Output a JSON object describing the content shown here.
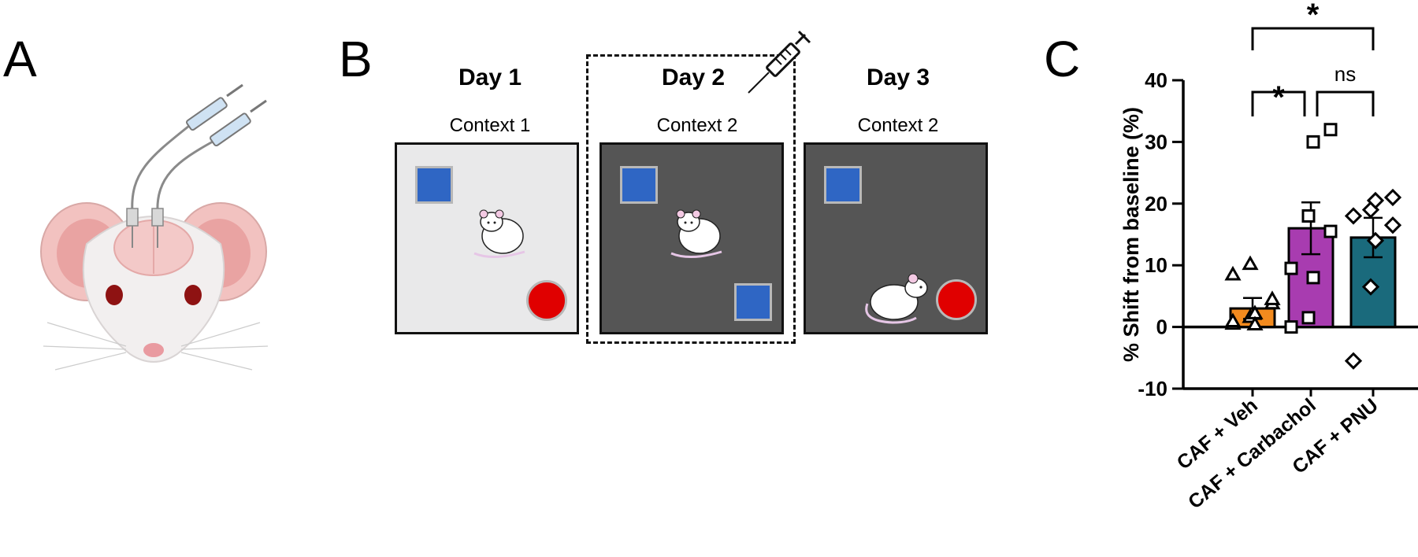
{
  "panels": {
    "a": {
      "letter": "A"
    },
    "b": {
      "letter": "B",
      "days": [
        {
          "title": "Day 1",
          "context": "Context 1",
          "arena": "light"
        },
        {
          "title": "Day 2",
          "context": "Context 2",
          "arena": "dark"
        },
        {
          "title": "Day 3",
          "context": "Context 2",
          "arena": "dark"
        }
      ]
    },
    "c": {
      "letter": "C"
    }
  },
  "colors": {
    "object_square": "#2f66c4",
    "object_circle": "#e00000",
    "arena_light": "#e9e9ea",
    "arena_dark": "#555555",
    "veh": "#f28a1e",
    "carbachol": "#a83cb0",
    "pnu": "#1a6a7c"
  },
  "icons": [
    "mouse-head-icon",
    "syringe-icon",
    "mouse-icon"
  ],
  "chart_data": {
    "type": "bar",
    "categories": [
      "CAF + Veh",
      "CAF + Carbachol",
      "CAF + PNU"
    ],
    "values": [
      3,
      16,
      14.5
    ],
    "errors": [
      1.7,
      4.2,
      3.2
    ],
    "colors": [
      "#f28a1e",
      "#a83cb0",
      "#1a6a7c"
    ],
    "markers": [
      "triangle",
      "square",
      "diamond"
    ],
    "points": [
      [
        0.5,
        1.6,
        2.2,
        3.8,
        8.5,
        10.2,
        0.4,
        4.5,
        0.9
      ],
      [
        0,
        1.5,
        8,
        15.5,
        9.5,
        18,
        30,
        32
      ],
      [
        -5.5,
        6.5,
        14,
        16.5,
        18,
        19,
        20.5,
        21
      ]
    ],
    "ylabel": "% Shift from baseline (%)",
    "xlabel": "",
    "ylim": [
      -10,
      40
    ],
    "yticks": [
      -10,
      0,
      10,
      20,
      30,
      40
    ],
    "significance": [
      {
        "from": 0,
        "to": 1,
        "label": "*"
      },
      {
        "from": 1,
        "to": 2,
        "label": "ns"
      },
      {
        "from": 0,
        "to": 2,
        "label": "*"
      }
    ]
  }
}
